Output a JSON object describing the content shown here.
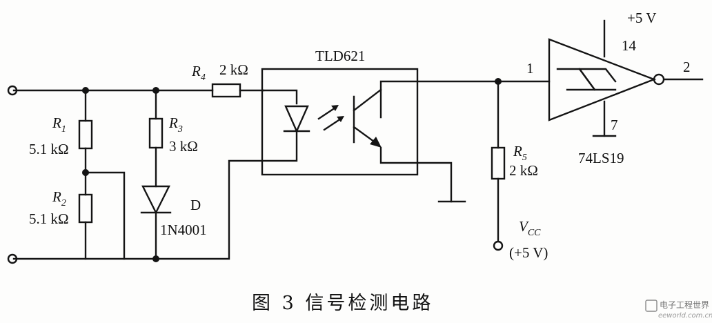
{
  "diagram": {
    "components": {
      "r1": {
        "name": "R",
        "sub": "1",
        "value": "5.1 kΩ"
      },
      "r2": {
        "name": "R",
        "sub": "2",
        "value": "5.1 kΩ"
      },
      "r3": {
        "name": "R",
        "sub": "3",
        "value": "3 kΩ"
      },
      "r4": {
        "name": "R",
        "sub": "4",
        "value": "2 kΩ"
      },
      "r5": {
        "name": "R",
        "sub": "5",
        "value": "2 kΩ"
      },
      "diode": {
        "name": "D",
        "part": "1N4001"
      },
      "optocoupler": {
        "part": "TLD621"
      },
      "schmitt": {
        "part": "74LS19",
        "supply": "+5 V",
        "pin_vcc": "14",
        "pin_gnd": "7",
        "pin_in": "1",
        "pin_out": "2"
      },
      "vcc": {
        "name": "V",
        "sub": "CC",
        "value": "(+5 V)"
      }
    },
    "caption": "图 3  信号检测电路",
    "watermark": {
      "main": "电子工程世界",
      "sub": "eeworld.com.cn"
    }
  }
}
